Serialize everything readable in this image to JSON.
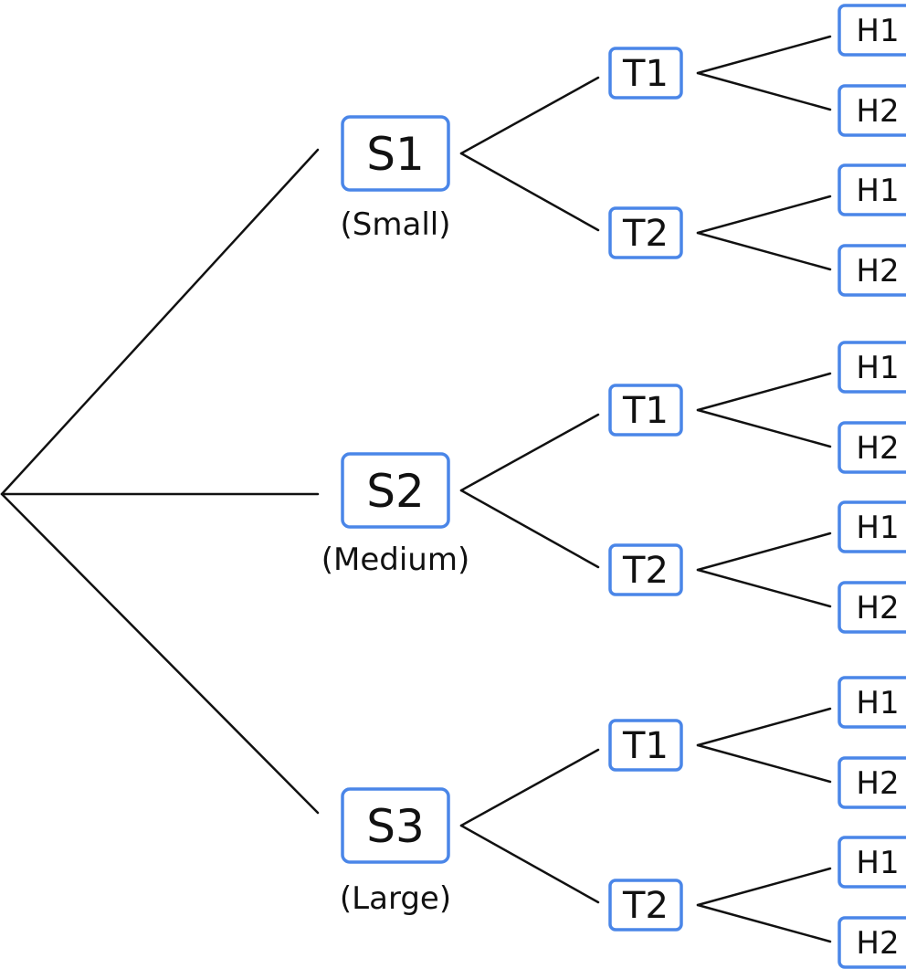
{
  "colors": {
    "box_border": "#4a86e8",
    "line": "#111111",
    "text": "#111111"
  },
  "tree": {
    "sizes": [
      {
        "label": "S1",
        "sublabel": "(Small)",
        "toppings": [
          {
            "label": "T1",
            "options": [
              "H1",
              "H2"
            ]
          },
          {
            "label": "T2",
            "options": [
              "H1",
              "H2"
            ]
          }
        ]
      },
      {
        "label": "S2",
        "sublabel": "(Medium)",
        "toppings": [
          {
            "label": "T1",
            "options": [
              "H1",
              "H2"
            ]
          },
          {
            "label": "T2",
            "options": [
              "H1",
              "H2"
            ]
          }
        ]
      },
      {
        "label": "S3",
        "sublabel": "(Large)",
        "toppings": [
          {
            "label": "T1",
            "options": [
              "H1",
              "H2"
            ]
          },
          {
            "label": "T2",
            "options": [
              "H1",
              "H2"
            ]
          }
        ]
      }
    ]
  }
}
